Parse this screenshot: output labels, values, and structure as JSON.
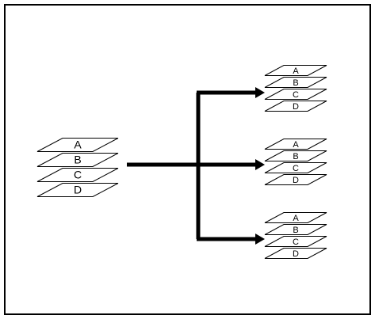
{
  "colors": {
    "background": "#ffffff",
    "stroke": "#000000"
  },
  "source_stack": {
    "sheets": [
      "A",
      "B",
      "C",
      "D"
    ]
  },
  "output_stacks": [
    {
      "sheets": [
        "A",
        "B",
        "C",
        "D"
      ]
    },
    {
      "sheets": [
        "A",
        "B",
        "C",
        "D"
      ]
    },
    {
      "sheets": [
        "A",
        "B",
        "C",
        "D"
      ]
    }
  ]
}
